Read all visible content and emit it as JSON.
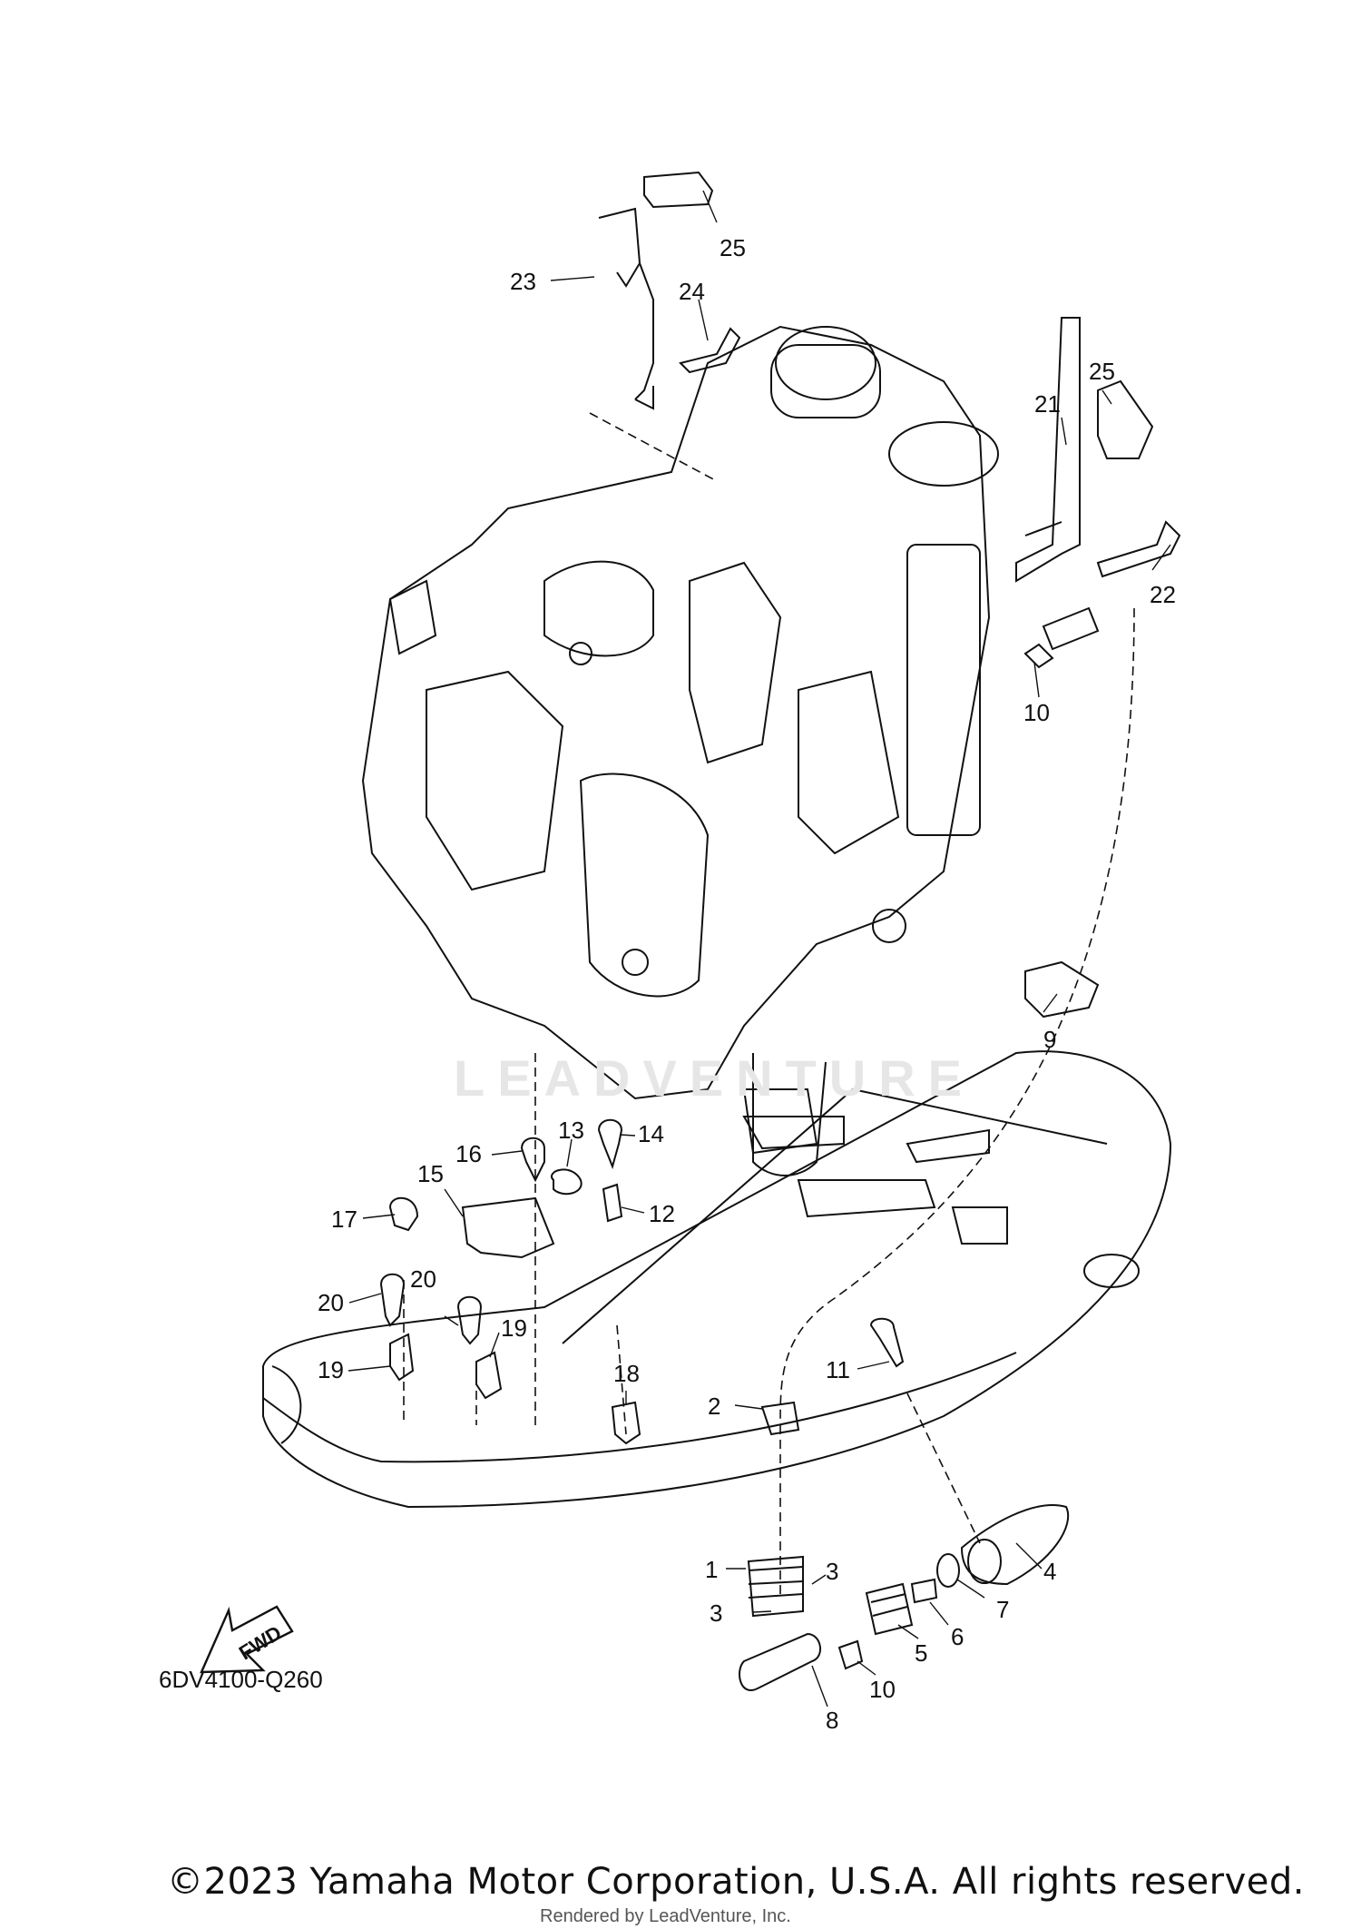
{
  "diagram": {
    "part_code": "6DV4100-Q260",
    "fwd_label": "FWD",
    "watermark": "LEADVENTURE",
    "callouts": [
      "1",
      "2",
      "3",
      "3",
      "4",
      "5",
      "6",
      "7",
      "8",
      "9",
      "10",
      "10",
      "11",
      "12",
      "13",
      "14",
      "15",
      "16",
      "17",
      "18",
      "19",
      "19",
      "20",
      "20",
      "21",
      "22",
      "23",
      "24",
      "25",
      "25"
    ]
  },
  "footer": {
    "copyright": "©2023 Yamaha Motor Corporation, U.S.A. All rights reserved.",
    "rendered_by": "Rendered by LeadVenture, Inc."
  }
}
